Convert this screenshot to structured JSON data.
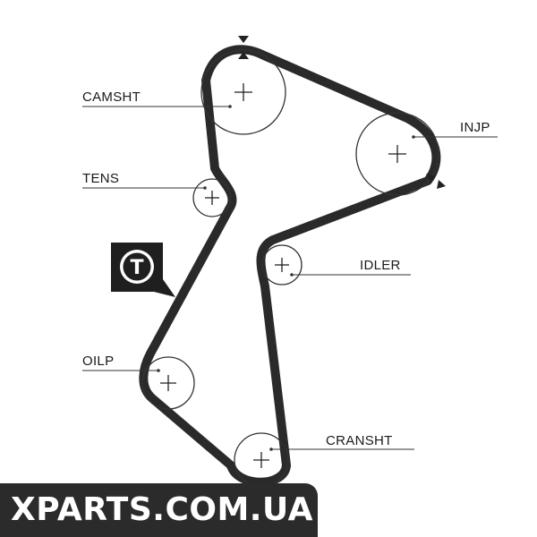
{
  "labels": {
    "camsht": "CAMSHT",
    "injp": "INJP",
    "tens": "TENS",
    "idler": "IDLER",
    "oilp": "OILP",
    "cransht": "CRANSHT"
  },
  "tensioner_badge": "T",
  "watermark": "XPARTS.COM.UA",
  "colors": {
    "belt": "#2a2a2a",
    "outline": "#333333",
    "watermark_bg": "#2b2b2b",
    "watermark_text": "#ffffff"
  }
}
